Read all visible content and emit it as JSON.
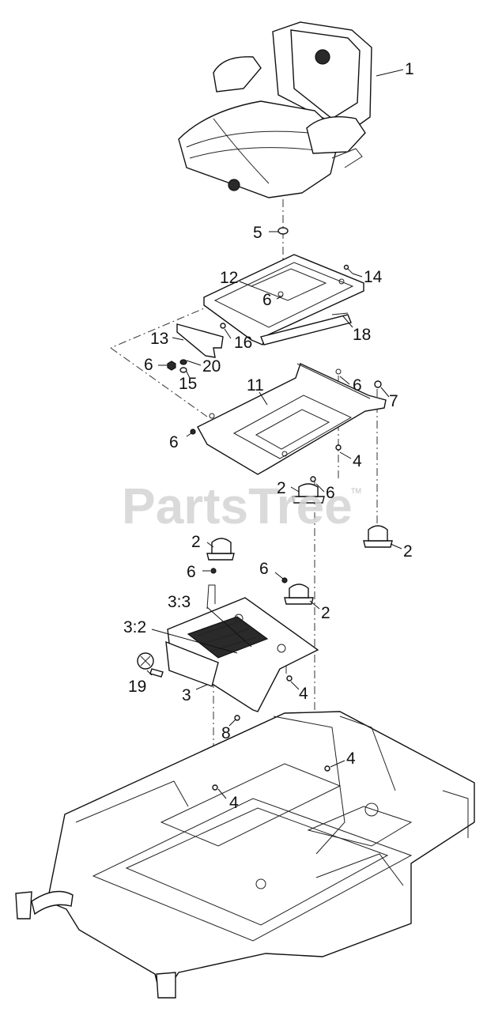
{
  "watermark": {
    "text": "PartsTree",
    "tm": "TM"
  },
  "callouts": {
    "c1": "1",
    "c5": "5",
    "c12": "12",
    "c14": "14",
    "c6a": "6",
    "c13": "13",
    "c16": "16",
    "c18": "18",
    "c6b": "6",
    "c20": "20",
    "c15": "15",
    "c11": "11",
    "c6c": "6",
    "c7": "7",
    "c6d": "6",
    "c4a": "4",
    "c2a": "2",
    "c6e": "6",
    "c2b": "2",
    "c2c": "2",
    "c6f": "6",
    "c6g": "6",
    "c2d": "2",
    "c33": "3:3",
    "c32": "3:2",
    "c19": "19",
    "c3": "3",
    "c4b": "4",
    "c8": "8",
    "c4c": "4",
    "c4d": "4"
  }
}
